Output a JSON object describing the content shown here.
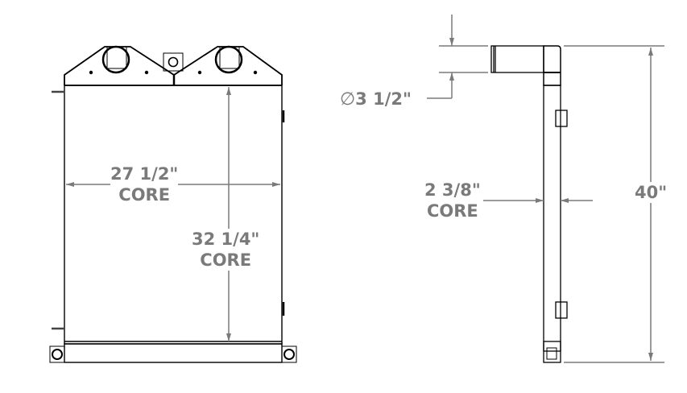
{
  "drawing": {
    "title": "Radiator / Charge Air Cooler Dimension Drawing",
    "views": [
      "front-view",
      "side-view"
    ],
    "colors": {
      "line": "#000000",
      "dimension": "#7a7a7a",
      "background": "#ffffff"
    }
  },
  "dimensions": {
    "core_width": {
      "value": "27 1/2\"",
      "note": "CORE"
    },
    "core_height": {
      "value": "32 1/4\"",
      "note": "CORE"
    },
    "pipe_diameter": {
      "symbol": "∅",
      "value": "3 1/2\""
    },
    "core_depth": {
      "value": "2 3/8\"",
      "note": "CORE"
    },
    "overall_height": {
      "value": "40\""
    }
  }
}
